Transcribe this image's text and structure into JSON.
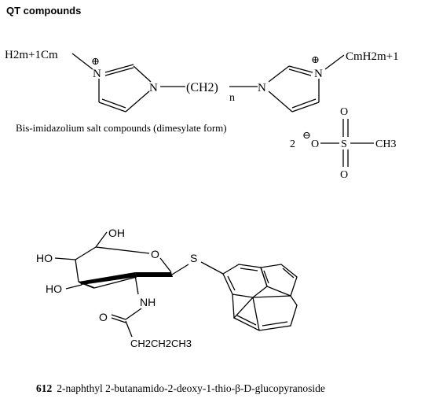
{
  "heading": "QT compounds",
  "imidazolium": {
    "left_chain": "H2m+1Cm",
    "right_chain": "CmH2m+1",
    "nitrogen": "N",
    "charge_plus": "⊕",
    "linker": "(CH2)",
    "linker_sub": "n",
    "caption": "Bis-imidazolium salt compounds (dimesylate form)"
  },
  "mesylate": {
    "coefficient": "2",
    "charge_minus": "⊖",
    "oxygen": "O",
    "sulfur": "S",
    "methyl": "CH3"
  },
  "glucoside": {
    "oh_top": "OH",
    "ho_left_top": "HO",
    "ring_oxygen": "O",
    "ho_left_bottom": "HO",
    "nh": "NH",
    "sulfur": "S",
    "carbonyl_oxygen": "O",
    "butyl": "CH2CH2CH3",
    "number": "612",
    "name": "2-naphthyl 2-butanamido-2-deoxy-1-thio-β-D-glucopyranoside"
  }
}
